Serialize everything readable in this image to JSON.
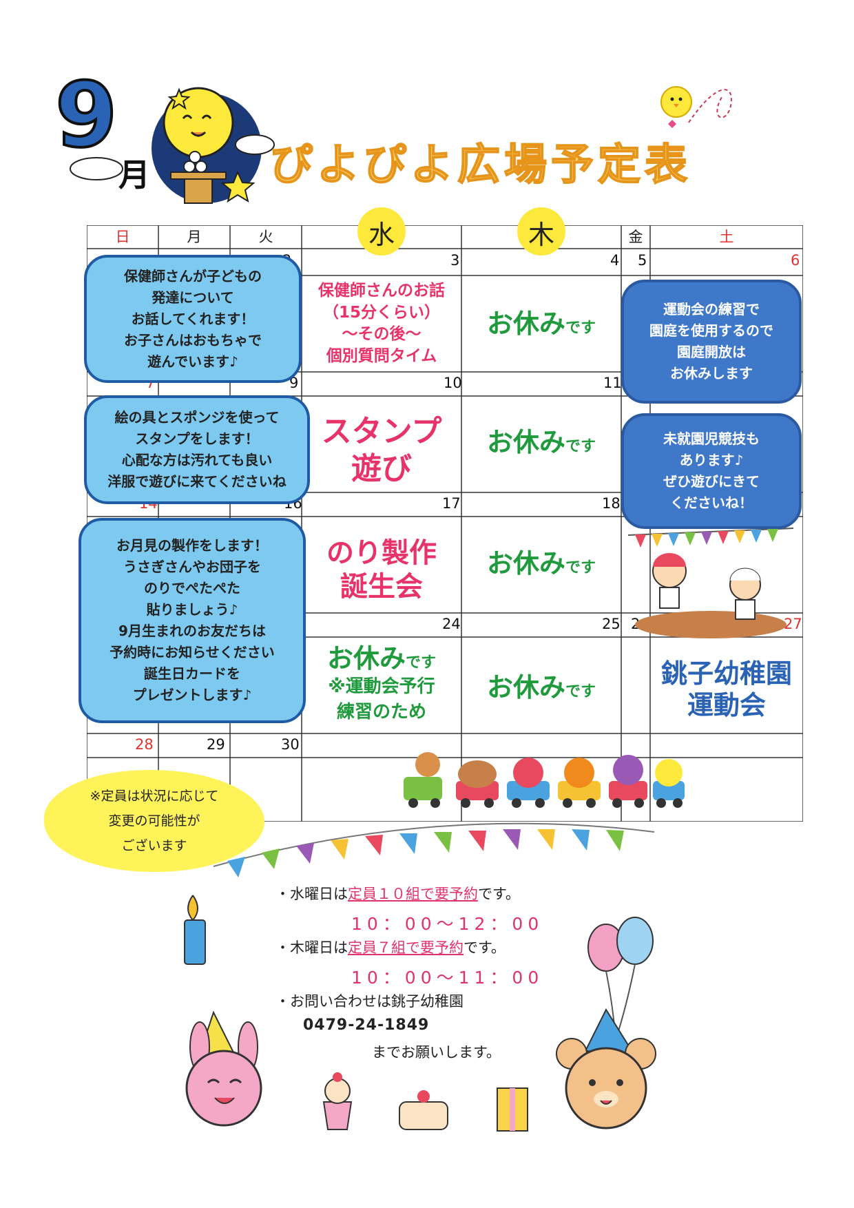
{
  "header": {
    "month": "9",
    "month_suffix": "月",
    "title": "ぴよぴよ広場予定表"
  },
  "weekdays": [
    "日",
    "月",
    "火",
    "水",
    "木",
    "金",
    "土"
  ],
  "days": {
    "d2": "2",
    "d3": "3",
    "d4": "4",
    "d5": "5",
    "d6": "6",
    "d7": "7",
    "d9": "9",
    "d10": "10",
    "d11": "11",
    "d14": "14",
    "d16": "16",
    "d17": "17",
    "d18": "18",
    "d24": "24",
    "d25": "25",
    "d26": "26",
    "d27": "27",
    "d28": "28",
    "d29": "29",
    "d30": "30"
  },
  "events": {
    "wed3": [
      "保健師さんのお話",
      "（15分くらい）",
      "～その後～",
      "個別質問タイム"
    ],
    "wed10": [
      "スタンプ",
      "遊び"
    ],
    "wed17": [
      "のり製作",
      "誕生会"
    ],
    "wed24_main": "お休み",
    "wed24_suffix": "です",
    "wed24_notes": [
      "※運動会予行",
      "練習のため"
    ],
    "rest_main": "お休み",
    "rest_suffix": "です",
    "sat26": [
      "銚子幼稚園",
      "運動会"
    ]
  },
  "bubbles": {
    "b1": [
      "保健師さんが子どもの",
      "発達について",
      "お話してくれます！",
      "お子さんはおもちゃで",
      "遊んでいます♪"
    ],
    "b2": [
      "絵の具とスポンジを使って",
      "スタンプをします！",
      "心配な方は汚れても良い",
      "洋服で遊びに来てくださいね"
    ],
    "b3": [
      "お月見の製作をします！",
      "うさぎさんやお団子を",
      "のりでぺたぺた",
      "貼りましょう♪",
      "9月生まれのお友だちは",
      "予約時にお知らせください",
      "誕生日カードを",
      "プレゼントします♪"
    ],
    "b4": [
      "運動会の練習で",
      "園庭を使用するので",
      "園庭開放は",
      "お休みします"
    ],
    "b5": [
      "未就園児競技も",
      "あります♪",
      "ぜひ遊びにきて",
      "くださいね！"
    ]
  },
  "notes": {
    "capacity": [
      "※定員は状況に応じて",
      "変更の可能性が",
      "ございます"
    ],
    "wed_prefix": "・水曜日は",
    "wed_cap": "定員１０組で要予約",
    "wed_suffix": "です。",
    "wed_time": "10：00～12：00",
    "thu_prefix": "・木曜日は",
    "thu_cap": "定員７組で要予約",
    "thu_suffix": "です。",
    "thu_time": "10：00～11：00",
    "contact": "・お問い合わせは銚子幼稚園",
    "phone": "0479-24-1849",
    "closing": "までお願いします。"
  },
  "colors": {
    "red": "#e0322e",
    "pink": "#e8336a",
    "green": "#1f9a3c",
    "blue": "#2a63b5",
    "bubble_light": "#7ec9ef",
    "bubble_dark": "#3f78c8"
  }
}
